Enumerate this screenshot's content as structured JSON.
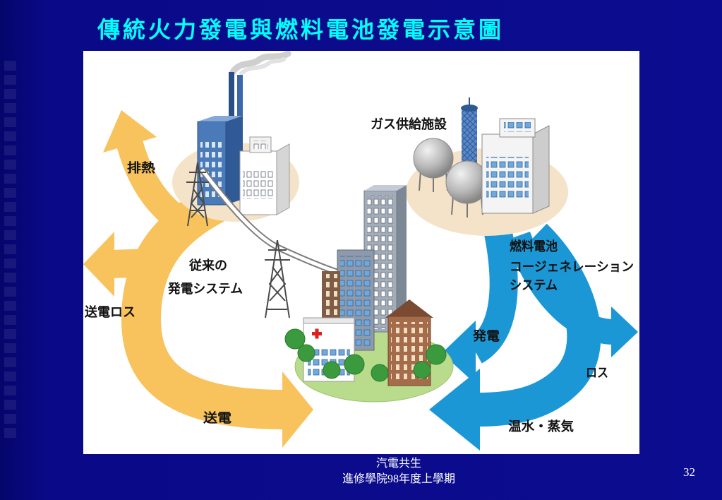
{
  "slide": {
    "title": "傳統火力發電與燃料電池發電示意圖",
    "footer": {
      "line1": "汽電共生",
      "line2": "進修學院98年度上學期"
    },
    "page_number": "32"
  },
  "diagram": {
    "labels": {
      "exhaust_heat": "排熱",
      "conventional_line1": "従来の",
      "conventional_line2": "発電システム",
      "transmission_loss": "送電ロス",
      "transmission": "送電",
      "gas_supply": "ガス供給施設",
      "fuel_cell_line1": "燃料電池",
      "fuel_cell_line2": "コージェネレーション",
      "fuel_cell_line3": "システム",
      "generation": "発電",
      "loss": "ロス",
      "hot_water_steam": "温水・蒸気"
    },
    "icons": [
      "power-plant-icon",
      "smokestack-icon",
      "transmission-tower-icon",
      "city-buildings-icon",
      "hospital-icon",
      "gas-tank-icon",
      "fuel-cell-facility-icon"
    ],
    "colors": {
      "title": "#00ffff",
      "background": "#0b0b8a",
      "conventional_flow": "#f8c35c",
      "fuel_cell_flow": "#1b97d6",
      "label_text": "#111111"
    }
  }
}
